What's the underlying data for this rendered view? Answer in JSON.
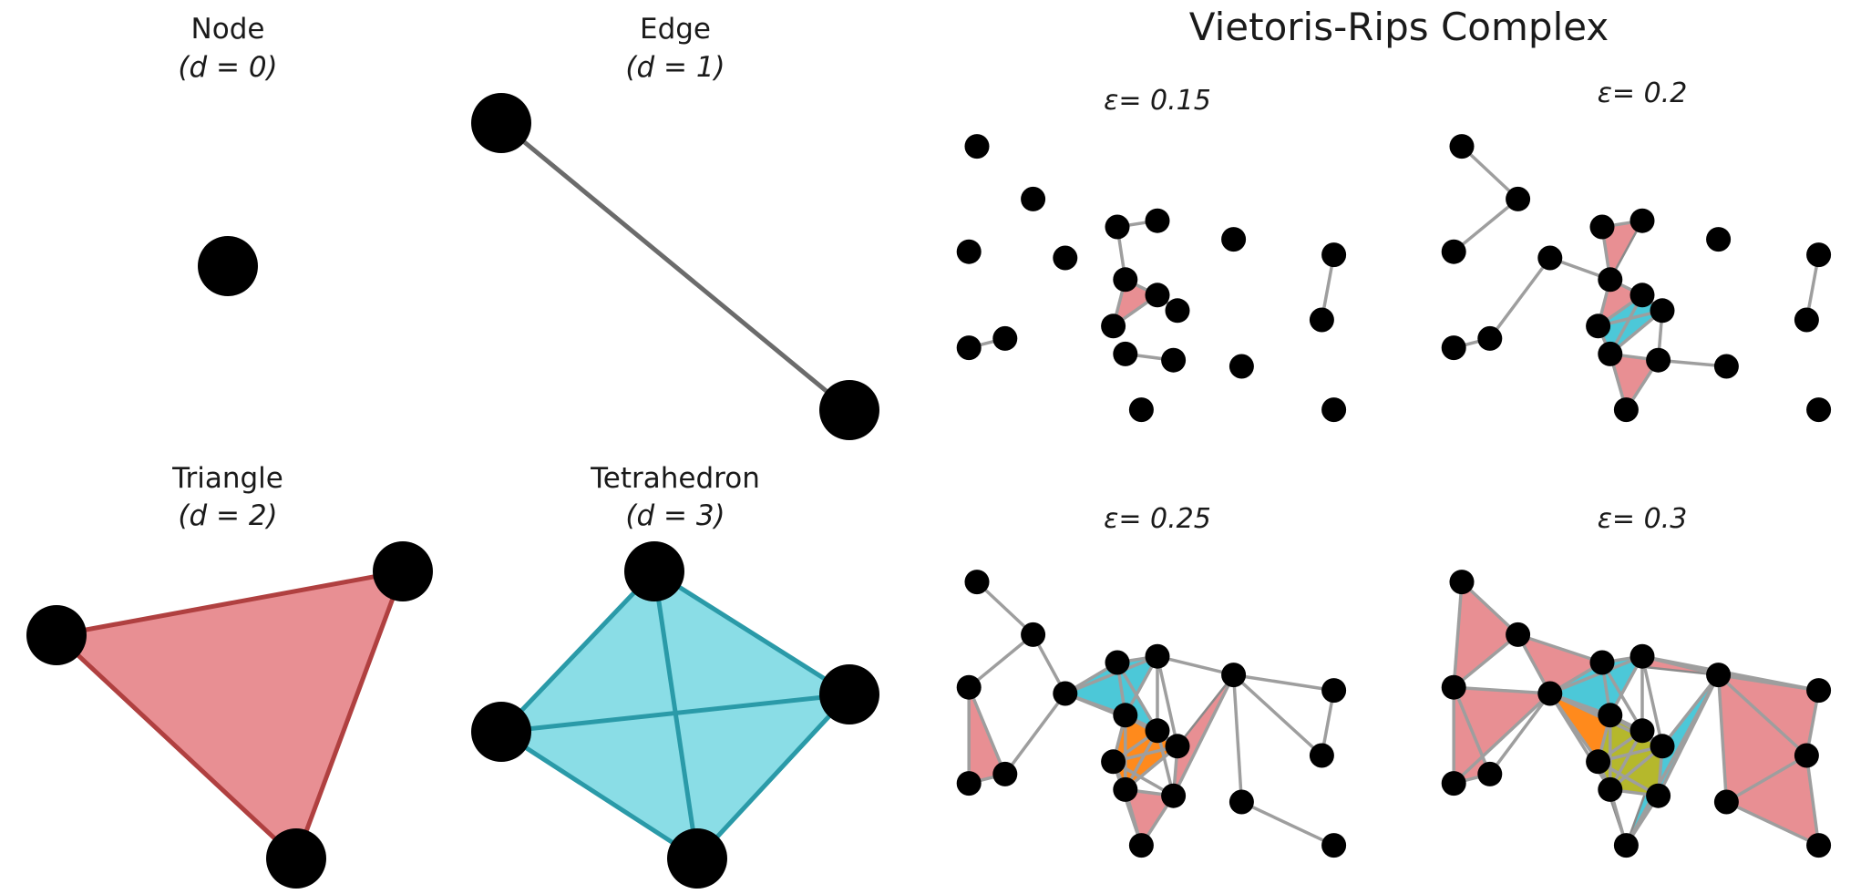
{
  "main_title": "Vietoris-Rips Complex",
  "simplex_panels": [
    {
      "name": "Node",
      "dim": "(d = 0)"
    },
    {
      "name": "Edge",
      "dim": "(d = 1)"
    },
    {
      "name": "Triangle",
      "dim": "(d = 2)"
    },
    {
      "name": "Tetrahedron",
      "dim": "(d = 3)"
    }
  ],
  "complex_panels": [
    {
      "label": "ε= 0.15"
    },
    {
      "label": "ε= 0.2"
    },
    {
      "label": "ε= 0.25"
    },
    {
      "label": "ε= 0.3"
    }
  ],
  "colors": {
    "node": "#000000",
    "edge": "#9e9e9e",
    "triangle_fill": "#e88f93",
    "triangle_stroke": "#b04040",
    "tetra_fill": "#4cc8d8",
    "tetra_stroke": "#2a9aa8",
    "four_simplex_fill": "#ff8a1c",
    "five_simplex_fill": "#b5b82c"
  },
  "point_cloud": [
    [
      0.05,
      0.91
    ],
    [
      0.19,
      0.74
    ],
    [
      0.03,
      0.57
    ],
    [
      0.03,
      0.26
    ],
    [
      0.12,
      0.29
    ],
    [
      0.27,
      0.55
    ],
    [
      0.4,
      0.65
    ],
    [
      0.5,
      0.67
    ],
    [
      0.42,
      0.48
    ],
    [
      0.5,
      0.43
    ],
    [
      0.39,
      0.33
    ],
    [
      0.55,
      0.38
    ],
    [
      0.42,
      0.24
    ],
    [
      0.54,
      0.22
    ],
    [
      0.46,
      0.06
    ],
    [
      0.69,
      0.61
    ],
    [
      0.71,
      0.2
    ],
    [
      0.94,
      0.06
    ],
    [
      0.94,
      0.56
    ],
    [
      0.91,
      0.35
    ]
  ],
  "complexes": [
    {
      "edges": [
        [
          6,
          7
        ],
        [
          6,
          8
        ],
        [
          8,
          9
        ],
        [
          8,
          10
        ],
        [
          9,
          10
        ],
        [
          9,
          11
        ],
        [
          12,
          13
        ],
        [
          3,
          4
        ],
        [
          18,
          19
        ]
      ],
      "triangles": [
        [
          8,
          9,
          10
        ]
      ],
      "tetrahedra": [],
      "four_simplices": [],
      "five_simplices": []
    },
    {
      "edges": [
        [
          0,
          1
        ],
        [
          1,
          2
        ],
        [
          3,
          4
        ],
        [
          4,
          5
        ],
        [
          5,
          8
        ],
        [
          6,
          7
        ],
        [
          6,
          8
        ],
        [
          8,
          9
        ],
        [
          8,
          10
        ],
        [
          9,
          10
        ],
        [
          9,
          11
        ],
        [
          10,
          11
        ],
        [
          10,
          12
        ],
        [
          9,
          12
        ],
        [
          11,
          12
        ],
        [
          12,
          13
        ],
        [
          11,
          13
        ],
        [
          12,
          14
        ],
        [
          13,
          14
        ],
        [
          13,
          16
        ],
        [
          18,
          19
        ]
      ],
      "triangles": [
        [
          6,
          7,
          8
        ],
        [
          8,
          9,
          10
        ],
        [
          12,
          13,
          14
        ]
      ],
      "tetrahedra": [
        [
          9,
          10,
          11,
          12
        ]
      ],
      "four_simplices": [],
      "five_simplices": []
    },
    {
      "edges": [
        [
          0,
          1
        ],
        [
          1,
          2
        ],
        [
          1,
          5
        ],
        [
          2,
          3
        ],
        [
          2,
          4
        ],
        [
          3,
          4
        ],
        [
          4,
          5
        ],
        [
          5,
          6
        ],
        [
          5,
          7
        ],
        [
          5,
          8
        ],
        [
          5,
          9
        ],
        [
          6,
          7
        ],
        [
          6,
          8
        ],
        [
          6,
          9
        ],
        [
          7,
          8
        ],
        [
          7,
          9
        ],
        [
          7,
          11
        ],
        [
          8,
          9
        ],
        [
          8,
          10
        ],
        [
          8,
          11
        ],
        [
          8,
          12
        ],
        [
          9,
          10
        ],
        [
          9,
          11
        ],
        [
          9,
          12
        ],
        [
          10,
          11
        ],
        [
          10,
          12
        ],
        [
          10,
          13
        ],
        [
          11,
          12
        ],
        [
          11,
          13
        ],
        [
          12,
          13
        ],
        [
          12,
          14
        ],
        [
          13,
          14
        ],
        [
          13,
          15
        ],
        [
          7,
          15
        ],
        [
          15,
          18
        ],
        [
          18,
          19
        ],
        [
          19,
          15
        ],
        [
          15,
          16
        ],
        [
          16,
          17
        ],
        [
          9,
          13
        ],
        [
          10,
          14
        ]
      ],
      "triangles": [
        [
          2,
          3,
          4
        ],
        [
          13,
          15,
          11
        ],
        [
          12,
          13,
          14
        ]
      ],
      "tetrahedra": [
        [
          5,
          6,
          7,
          8
        ],
        [
          5,
          8,
          9,
          6
        ]
      ],
      "four_simplices": [
        [
          8,
          9,
          10,
          11,
          12
        ]
      ],
      "five_simplices": []
    },
    {
      "edges": [
        [
          0,
          1
        ],
        [
          0,
          2
        ],
        [
          1,
          2
        ],
        [
          1,
          5
        ],
        [
          2,
          3
        ],
        [
          2,
          4
        ],
        [
          2,
          5
        ],
        [
          3,
          4
        ],
        [
          3,
          5
        ],
        [
          4,
          5
        ],
        [
          1,
          6
        ],
        [
          5,
          6
        ],
        [
          6,
          7
        ],
        [
          5,
          7
        ],
        [
          5,
          8
        ],
        [
          5,
          9
        ],
        [
          5,
          10
        ],
        [
          5,
          11
        ],
        [
          5,
          12
        ],
        [
          6,
          8
        ],
        [
          6,
          9
        ],
        [
          7,
          8
        ],
        [
          7,
          9
        ],
        [
          7,
          11
        ],
        [
          8,
          9
        ],
        [
          8,
          10
        ],
        [
          8,
          11
        ],
        [
          8,
          12
        ],
        [
          9,
          10
        ],
        [
          9,
          11
        ],
        [
          9,
          12
        ],
        [
          10,
          11
        ],
        [
          10,
          12
        ],
        [
          10,
          13
        ],
        [
          11,
          12
        ],
        [
          11,
          13
        ],
        [
          12,
          13
        ],
        [
          12,
          14
        ],
        [
          13,
          14
        ],
        [
          13,
          15
        ],
        [
          14,
          15
        ],
        [
          7,
          15
        ],
        [
          15,
          18
        ],
        [
          18,
          19
        ],
        [
          19,
          15
        ],
        [
          15,
          16
        ],
        [
          16,
          17
        ],
        [
          17,
          19
        ],
        [
          18,
          7
        ],
        [
          16,
          19
        ],
        [
          11,
          15
        ]
      ],
      "triangles": [
        [
          0,
          1,
          2
        ],
        [
          1,
          5,
          6
        ],
        [
          2,
          3,
          4
        ],
        [
          2,
          3,
          5
        ],
        [
          6,
          7,
          15
        ],
        [
          7,
          15,
          18
        ],
        [
          15,
          18,
          19
        ],
        [
          16,
          17,
          19
        ],
        [
          16,
          15,
          19
        ]
      ],
      "tetrahedra": [
        [
          5,
          6,
          7,
          8
        ],
        [
          13,
          15,
          11,
          14
        ]
      ],
      "four_simplices": [
        [
          5,
          8,
          10,
          12,
          14
        ]
      ],
      "five_simplices": [
        [
          8,
          9,
          10,
          11,
          12,
          13
        ]
      ]
    }
  ]
}
